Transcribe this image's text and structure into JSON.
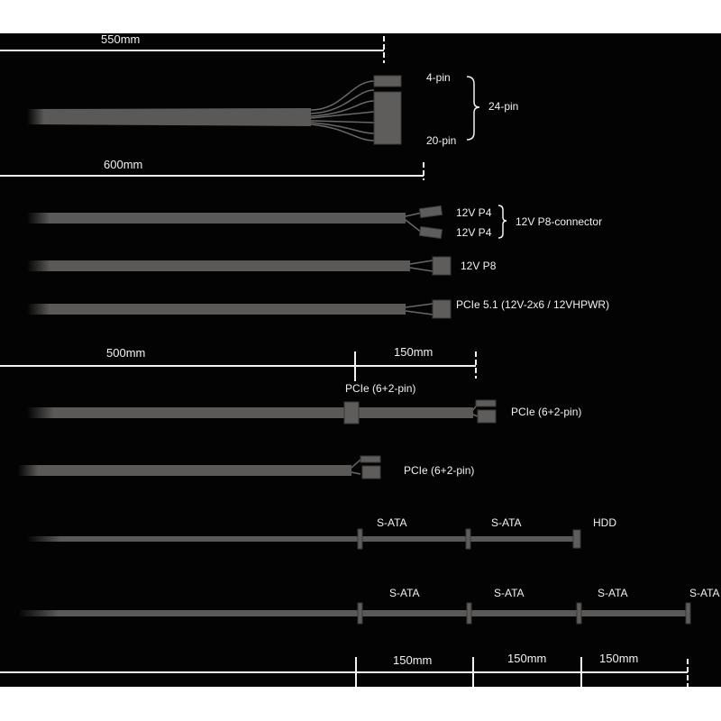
{
  "dimensions": {
    "top": "550mm",
    "second": "600mm",
    "pcie_main": "500mm",
    "pcie_ext": "150mm",
    "sata_segments": [
      "150mm",
      "150mm",
      "150mm"
    ]
  },
  "cables": {
    "atx": {
      "connector_a": "4-pin",
      "connector_b": "20-pin",
      "group": "24-pin"
    },
    "eps_split": {
      "connector_a": "12V P4",
      "connector_b": "12V P4",
      "group": "12V P8-connector"
    },
    "eps": {
      "label": "12V P8"
    },
    "pcie5": {
      "label": "PCIe 5.1 (12V-2x6 / 12VHPWR)"
    },
    "pcie_daisy": {
      "mid_label": "PCIe (6+2-pin)",
      "end_label": "PCIe (6+2-pin)"
    },
    "pcie_single": {
      "label": "PCIe (6+2-pin)"
    },
    "sata_hdd": {
      "labels": [
        "S-ATA",
        "S-ATA",
        "HDD"
      ]
    },
    "sata4": {
      "labels": [
        "S-ATA",
        "S-ATA",
        "S-ATA",
        "S-ATA"
      ]
    }
  },
  "colors": {
    "background": "#030303",
    "cable": "#5b5957",
    "line": "#f2f2f2"
  }
}
